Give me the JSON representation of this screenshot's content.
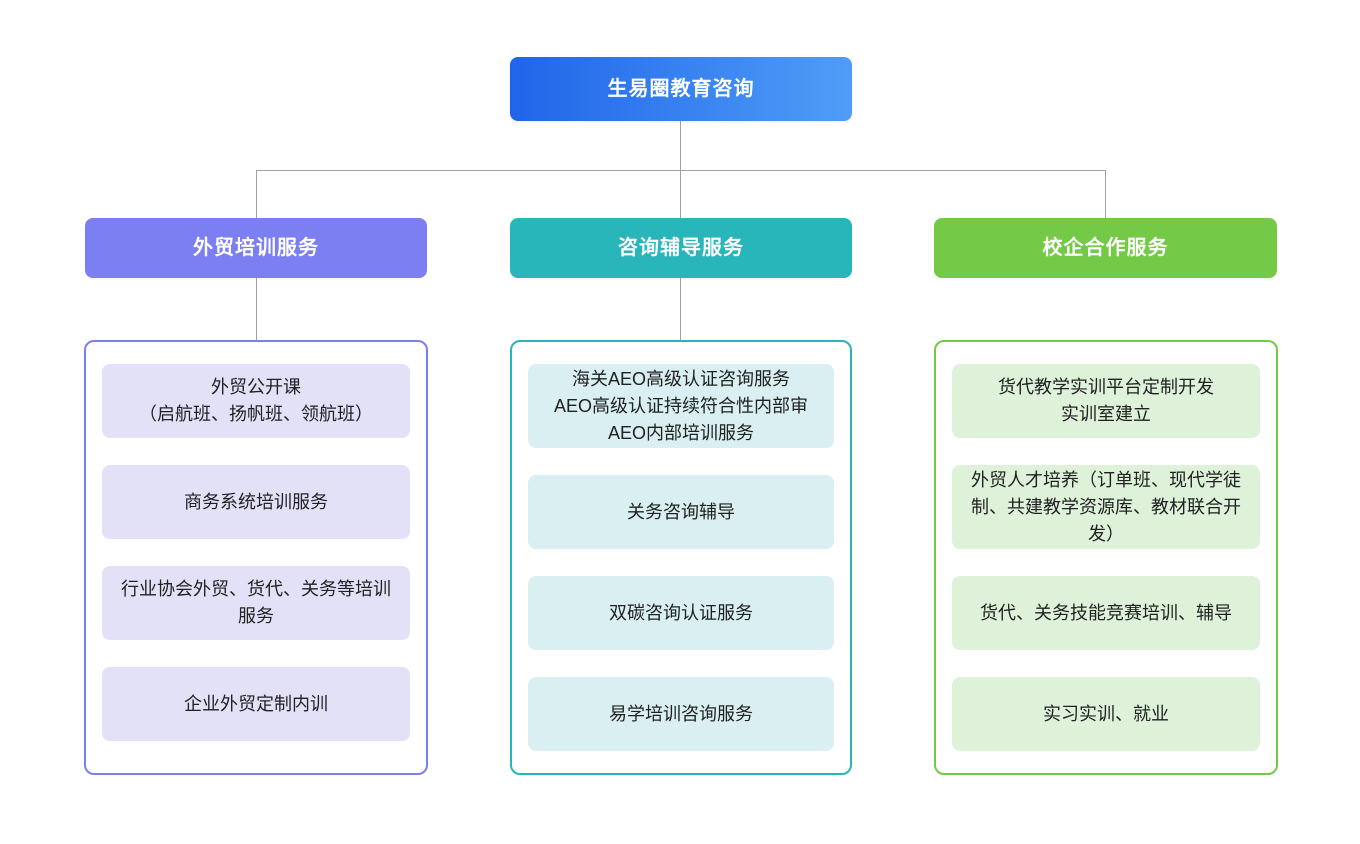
{
  "diagram": {
    "root": {
      "label": "生易圈教育咨询"
    },
    "branches": [
      {
        "label": "外贸培训服务",
        "items": [
          "外贸公开课\n（启航班、扬帆班、领航班）",
          "商务系统培训服务",
          "行业协会外贸、货代、关务等培训服务",
          "企业外贸定制内训"
        ]
      },
      {
        "label": "咨询辅导服务",
        "items": [
          "海关AEO高级认证咨询服务\nAEO高级认证持续符合性内部审\nAEO内部培训服务",
          "关务咨询辅导",
          "双碳咨询认证服务",
          "易学培训咨询服务"
        ]
      },
      {
        "label": "校企合作服务",
        "items": [
          "货代教学实训平台定制开发\n实训室建立",
          "外贸人才培养（订单班、现代学徒制、共建教学资源库、教材联合开发）",
          "货代、关务技能竞赛培训、辅导",
          "实习实训、就业"
        ]
      }
    ]
  },
  "colors": {
    "root_gradient_start": "#2065e9",
    "root_gradient_end": "#4f9df7",
    "branch_trade": "#7c7ff1",
    "branch_trade_light": "#e3e1f8",
    "branch_consulting": "#29b6bb",
    "branch_consulting_light": "#d9eff1",
    "branch_school": "#74ca46",
    "branch_school_light": "#def2da",
    "connector": "#9aa3ab",
    "item_text": "#212121"
  }
}
